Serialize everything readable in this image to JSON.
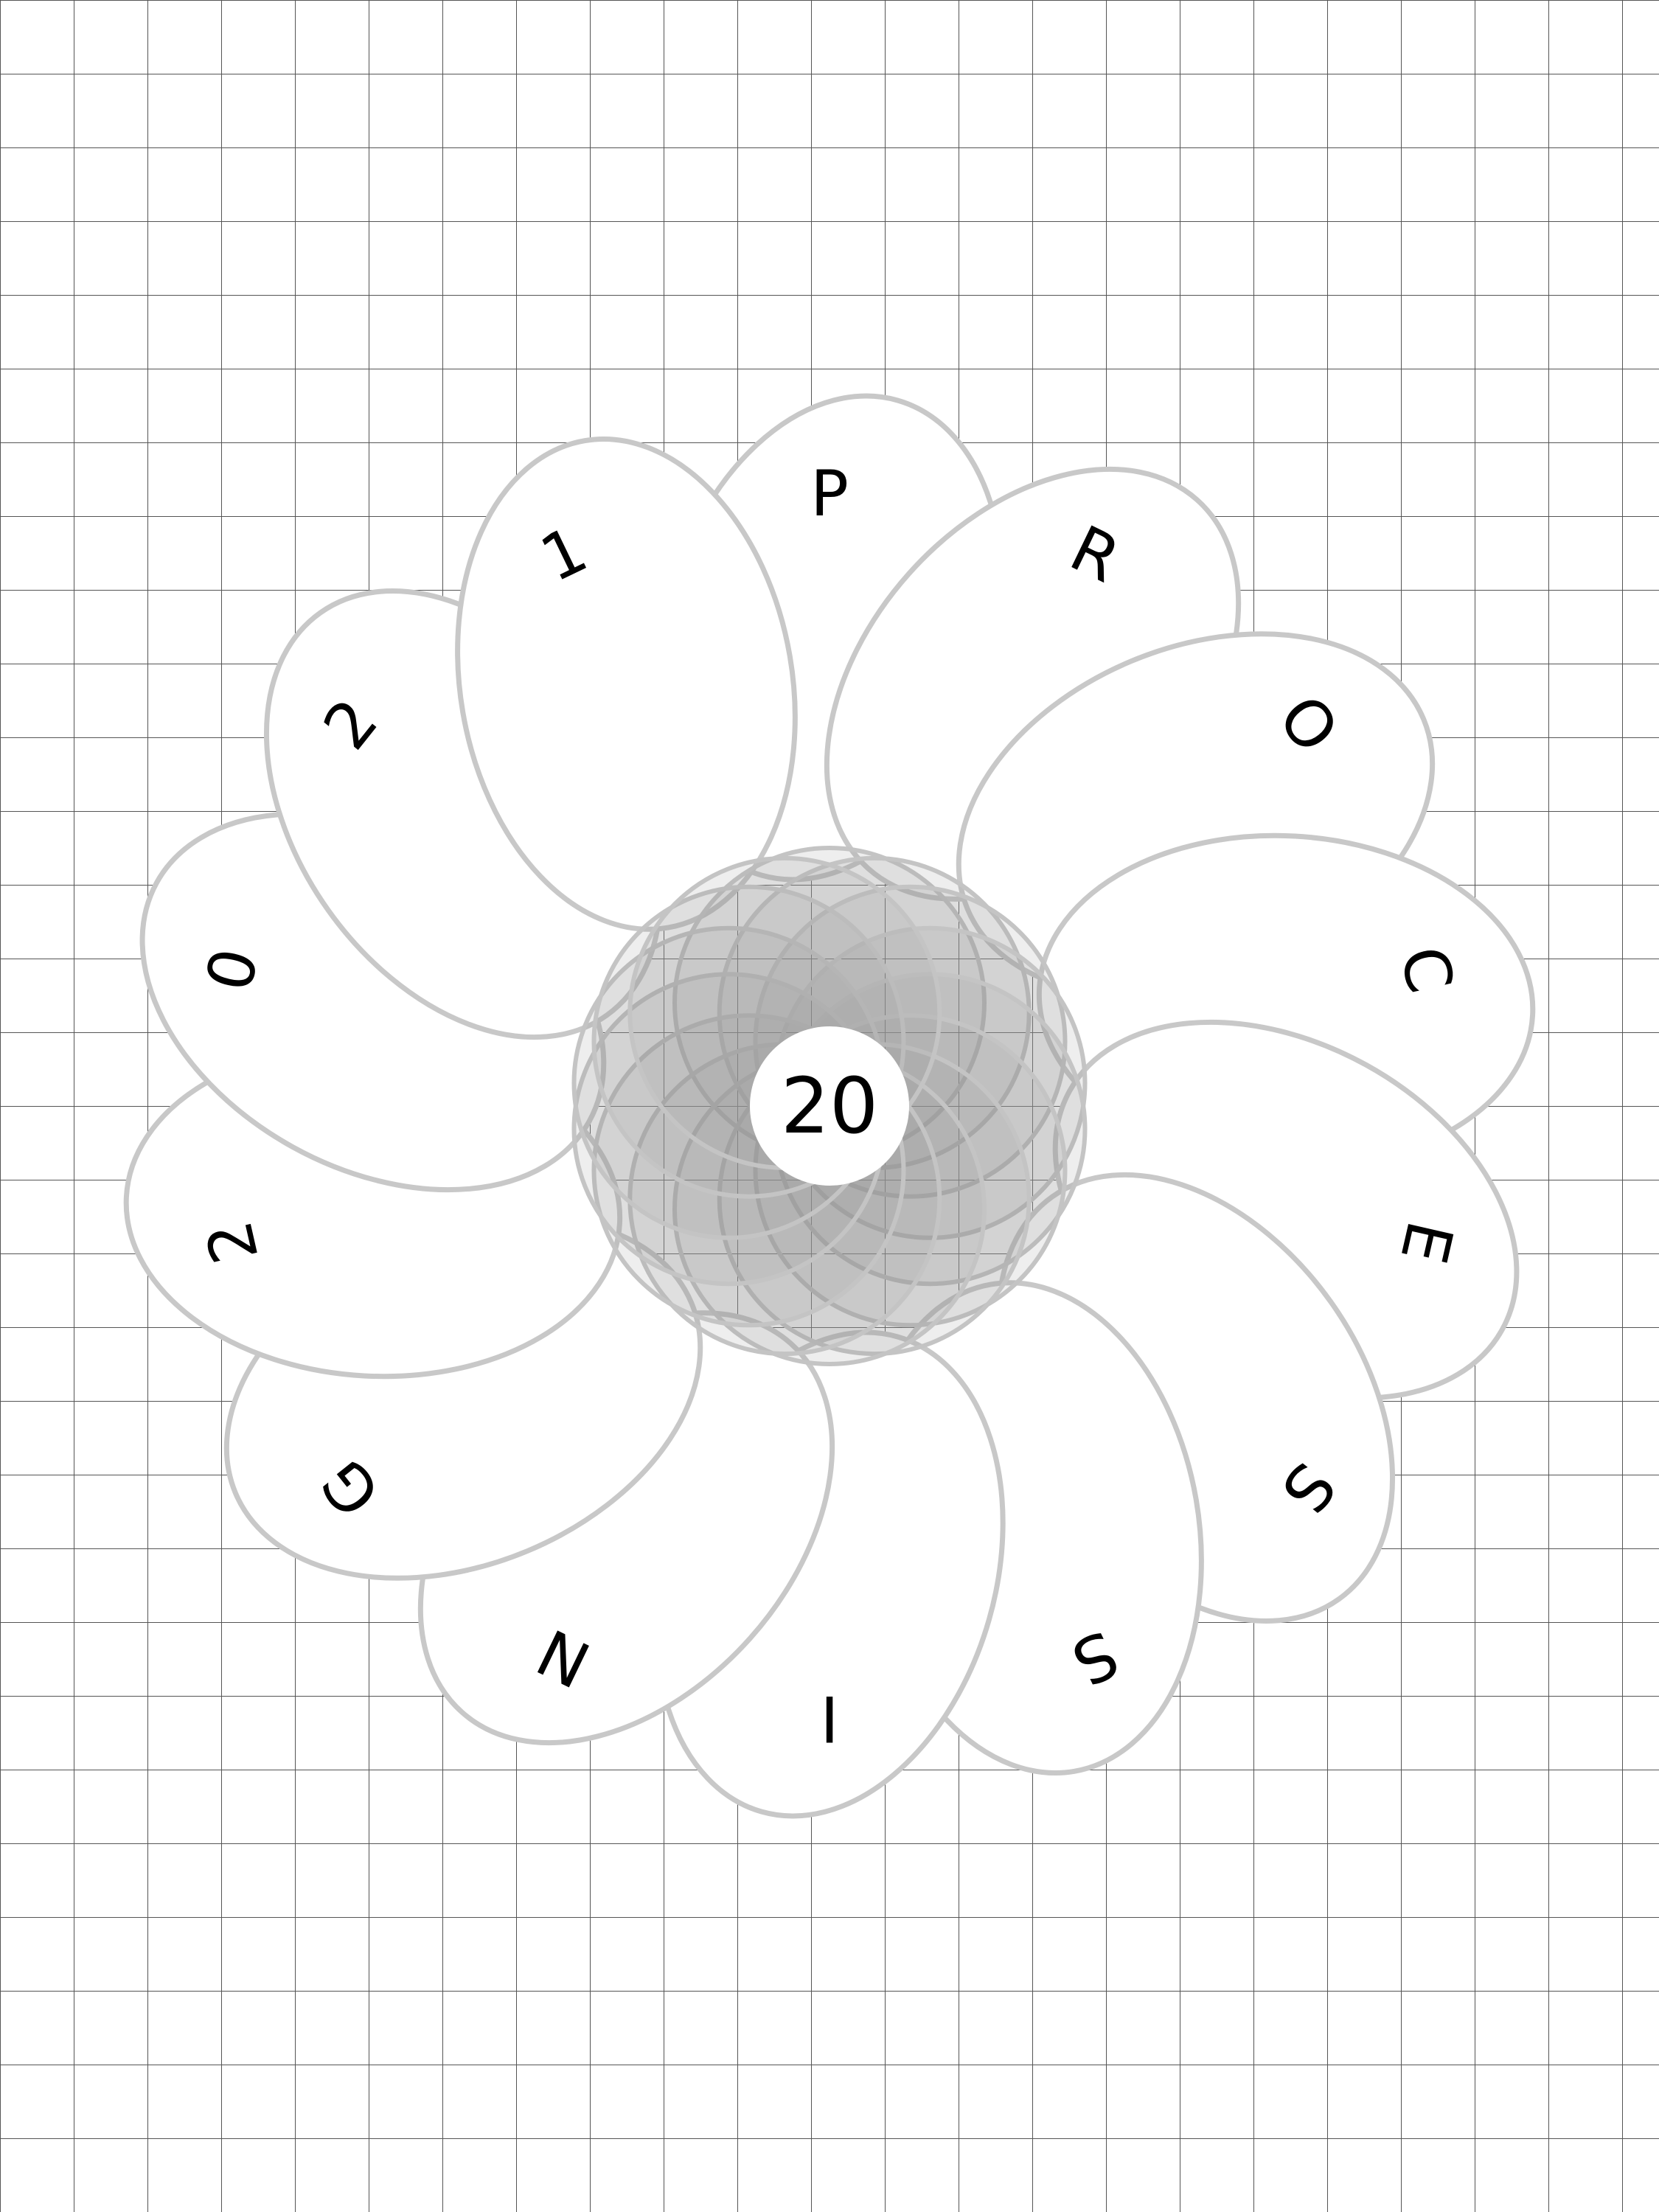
{
  "center_label": "20",
  "petal_letters": [
    "P",
    "R",
    "O",
    "C",
    "E",
    "S",
    "S",
    "I",
    "N",
    "G",
    "2",
    "0",
    "2",
    "1"
  ],
  "colors": {
    "grid_line": "#555555",
    "petal_fill": "#ffffff",
    "petal_stroke": "#c8c8c8",
    "bubble_fill": "rgba(150,150,150,0.16)",
    "text": "#000000"
  }
}
